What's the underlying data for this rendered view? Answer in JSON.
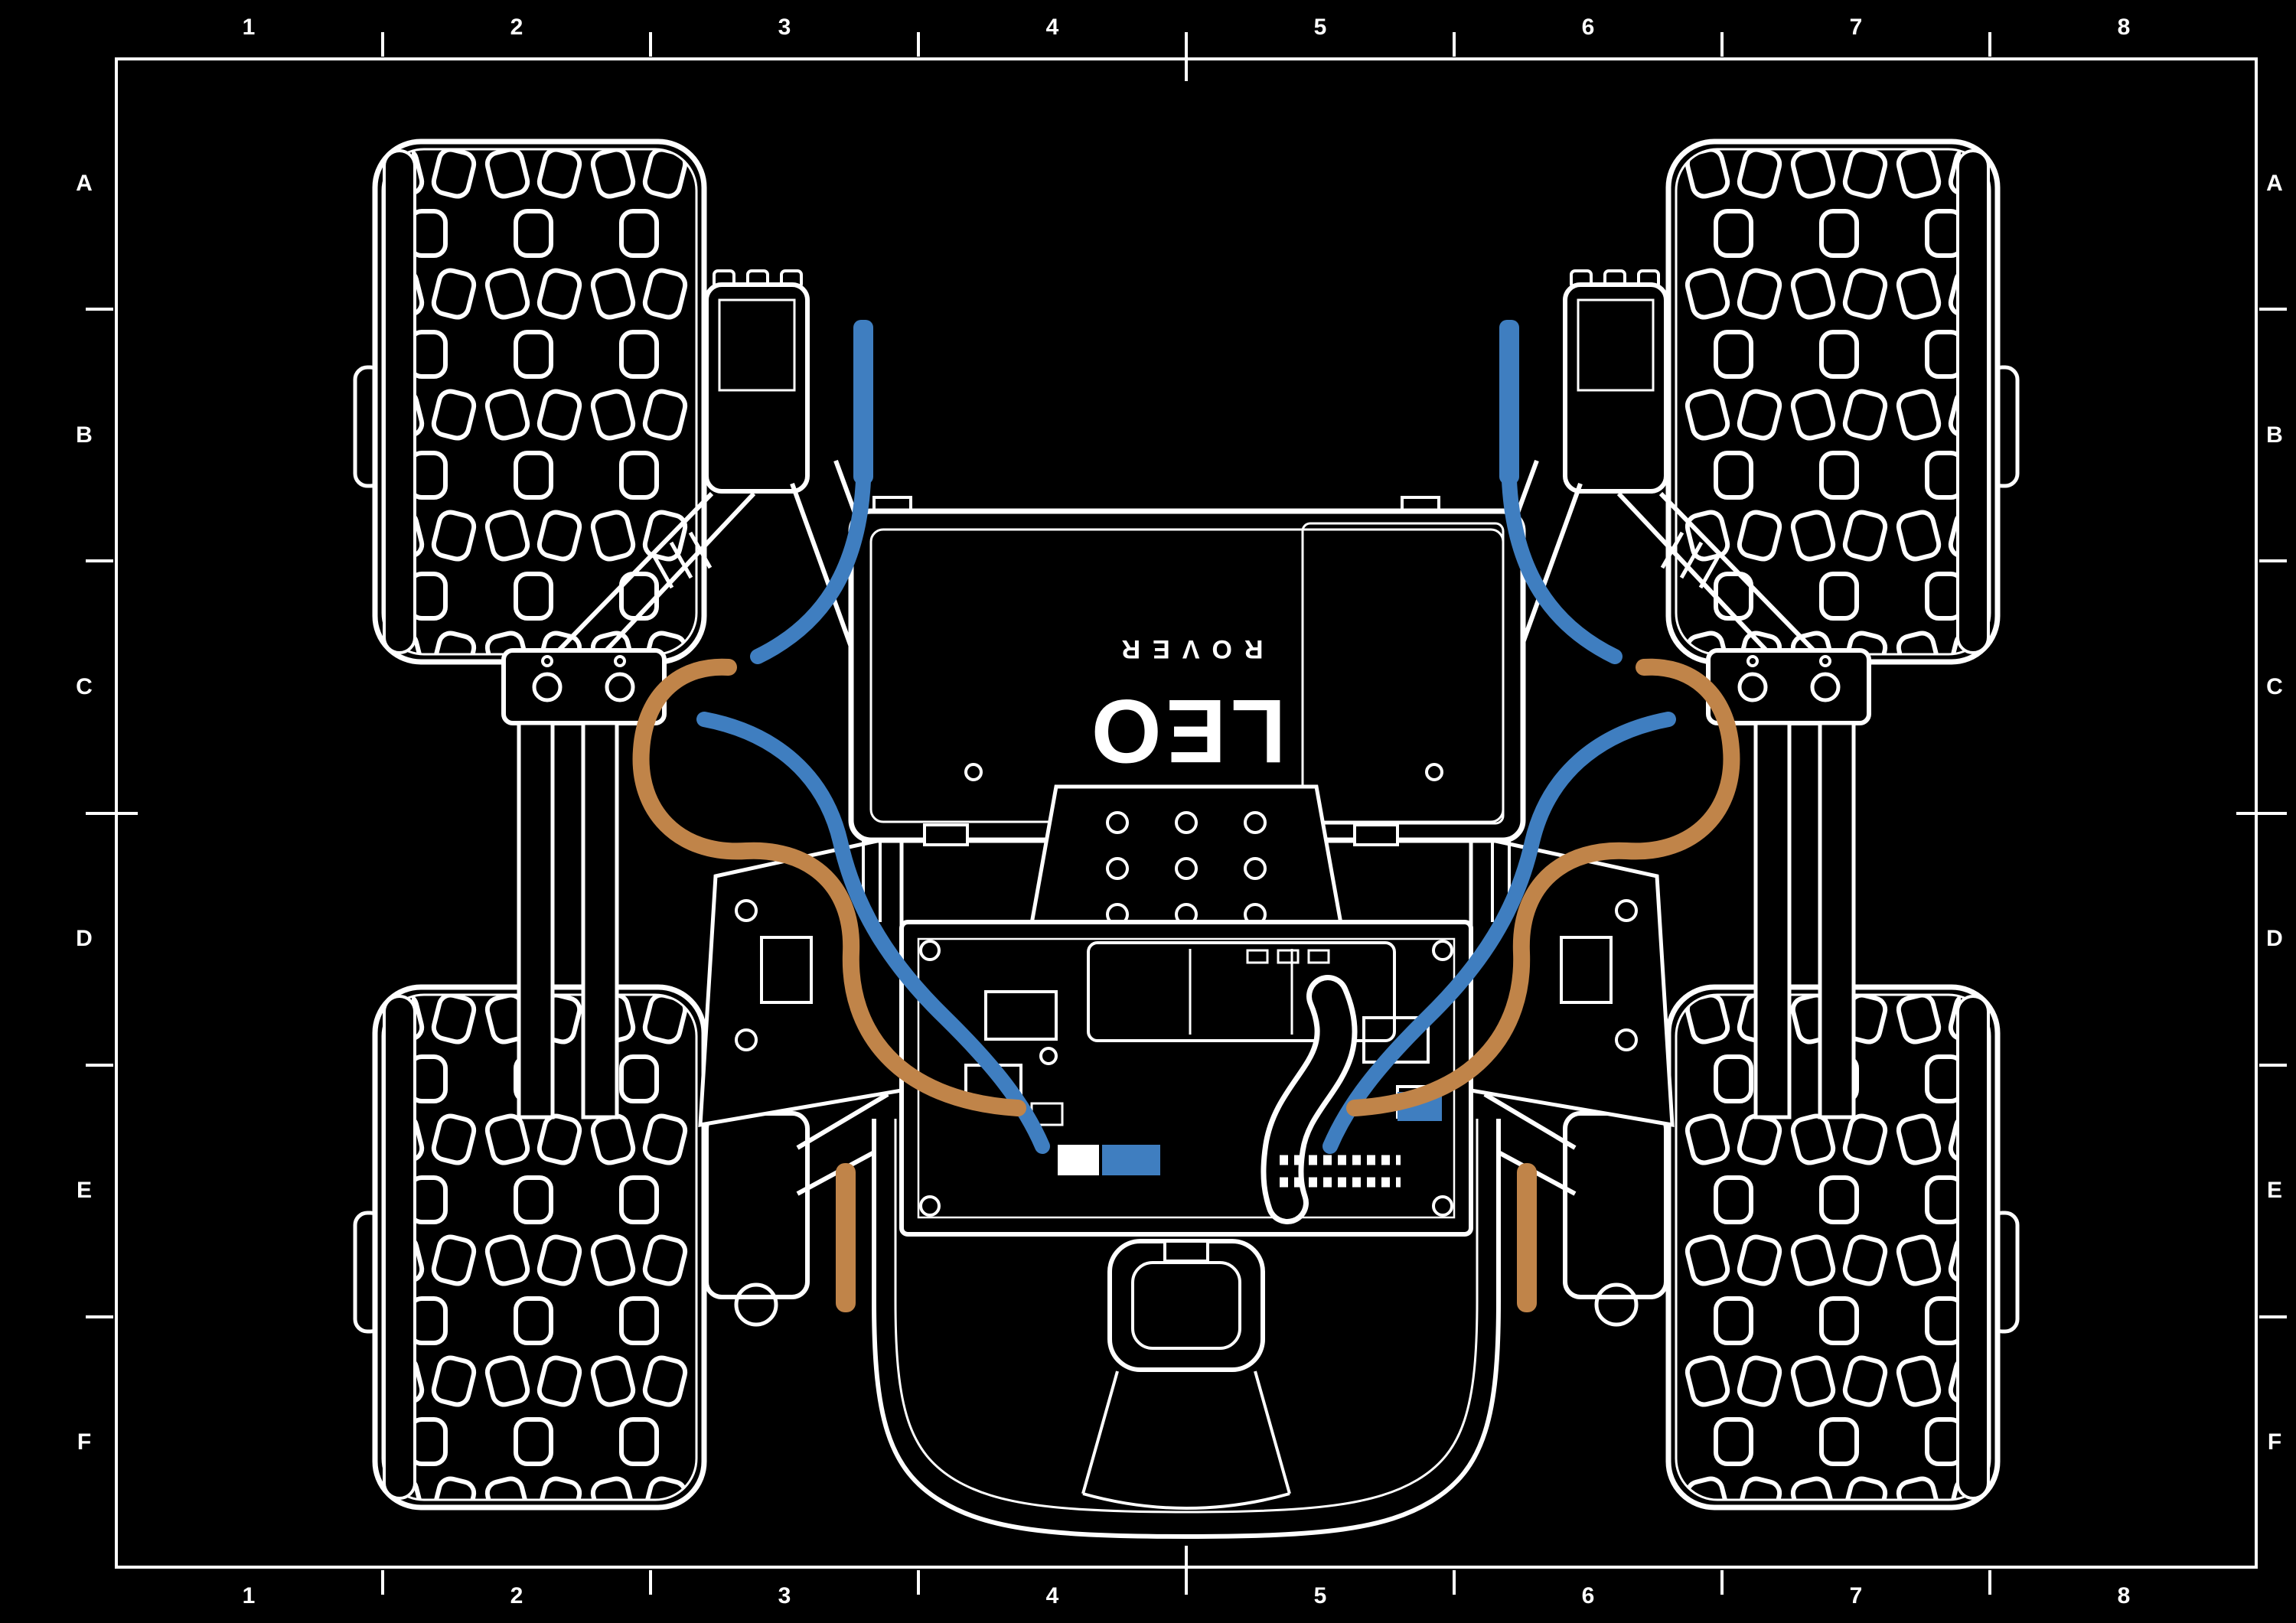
{
  "sheet": {
    "background": "#000000",
    "line_color": "#ffffff"
  },
  "grid": {
    "columns": [
      "1",
      "2",
      "3",
      "4",
      "5",
      "6",
      "7",
      "8"
    ],
    "rows": [
      "A",
      "B",
      "C",
      "D",
      "E",
      "F"
    ]
  },
  "logo": {
    "primary": "LEO",
    "secondary": "ROVER"
  },
  "colors": {
    "cable_orange": "#C08449",
    "cable_blue": "#3F7EC0"
  }
}
